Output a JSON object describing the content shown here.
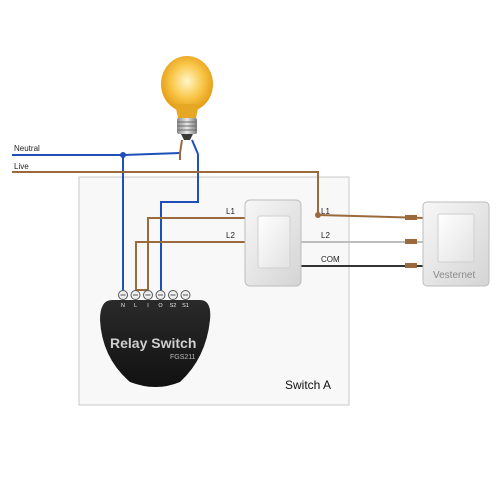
{
  "colors": {
    "neutral_wire": "#1f4fb8",
    "live_wire": "#9b6a3c",
    "white_wire": "#bdbdbd",
    "dark_wire": "#333333",
    "box_border": "#c9c9c9",
    "relay_body": "#1c1c1c"
  },
  "labels": {
    "neutral": "Neutral",
    "live": "Live",
    "switch_a": "Switch A",
    "l1_left": "L1",
    "l2_left": "L2",
    "l1_right": "L1",
    "l2_right": "L2",
    "com": "COM"
  },
  "relay": {
    "title": "Relay Switch",
    "model": "FGS211",
    "terminals": [
      "N",
      "L",
      "I",
      "O",
      "S2",
      "S1"
    ]
  },
  "switch_b": {
    "brand": "Vesternet"
  },
  "icons": {
    "bulb": "light-bulb-icon"
  }
}
